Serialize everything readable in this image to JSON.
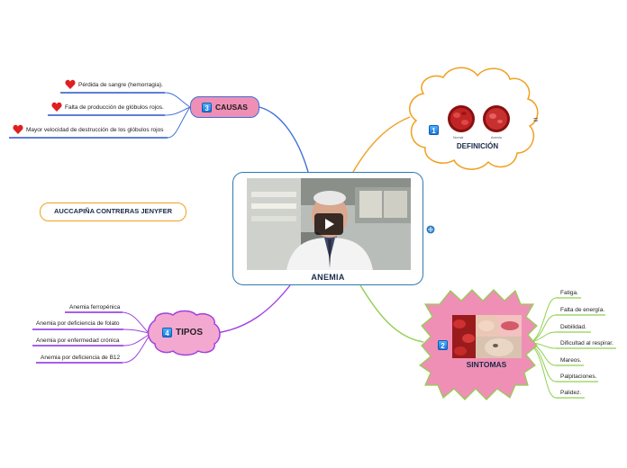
{
  "center": {
    "title": "ANEMIA",
    "media": "video-thumbnail",
    "play_icon": "play-icon"
  },
  "author": {
    "name": "AUCCAPIÑA CONTRERAS JENYFER"
  },
  "branches": {
    "definicion": {
      "number": "1",
      "label": "DEFINICIÓN",
      "image_captions": [
        "Normal",
        "Anemia"
      ],
      "note_icon": "menu-lines-icon"
    },
    "sintomas": {
      "number": "2",
      "label": "SINTOMAS",
      "items": [
        "Fatiga.",
        "Falta de energía.",
        "Debilidad.",
        "Dificultad al respirar.",
        "Mareos.",
        "Palpitaciones.",
        "Palidez."
      ]
    },
    "causas": {
      "number": "3",
      "label": "CAUSAS",
      "items": [
        "Pérdida de sangre (hemorragia).",
        "Falta de producción de glóbulos rojos.",
        "Mayor velocidad de destrucción de los glóbulos rojos"
      ]
    },
    "tipos": {
      "number": "4",
      "label": "TIPOS",
      "items": [
        "Anemia ferropénica",
        "Anemia por deficiencia de folato",
        "Anemia por enfermedad crónica",
        "Anemia por deficiencia de B12"
      ]
    }
  },
  "colors": {
    "causas": "#3c6fd8",
    "definicion": "#f0a020",
    "sintomas": "#8fd14f",
    "tipos": "#a040e0",
    "center_border": "#2e7bb0"
  }
}
